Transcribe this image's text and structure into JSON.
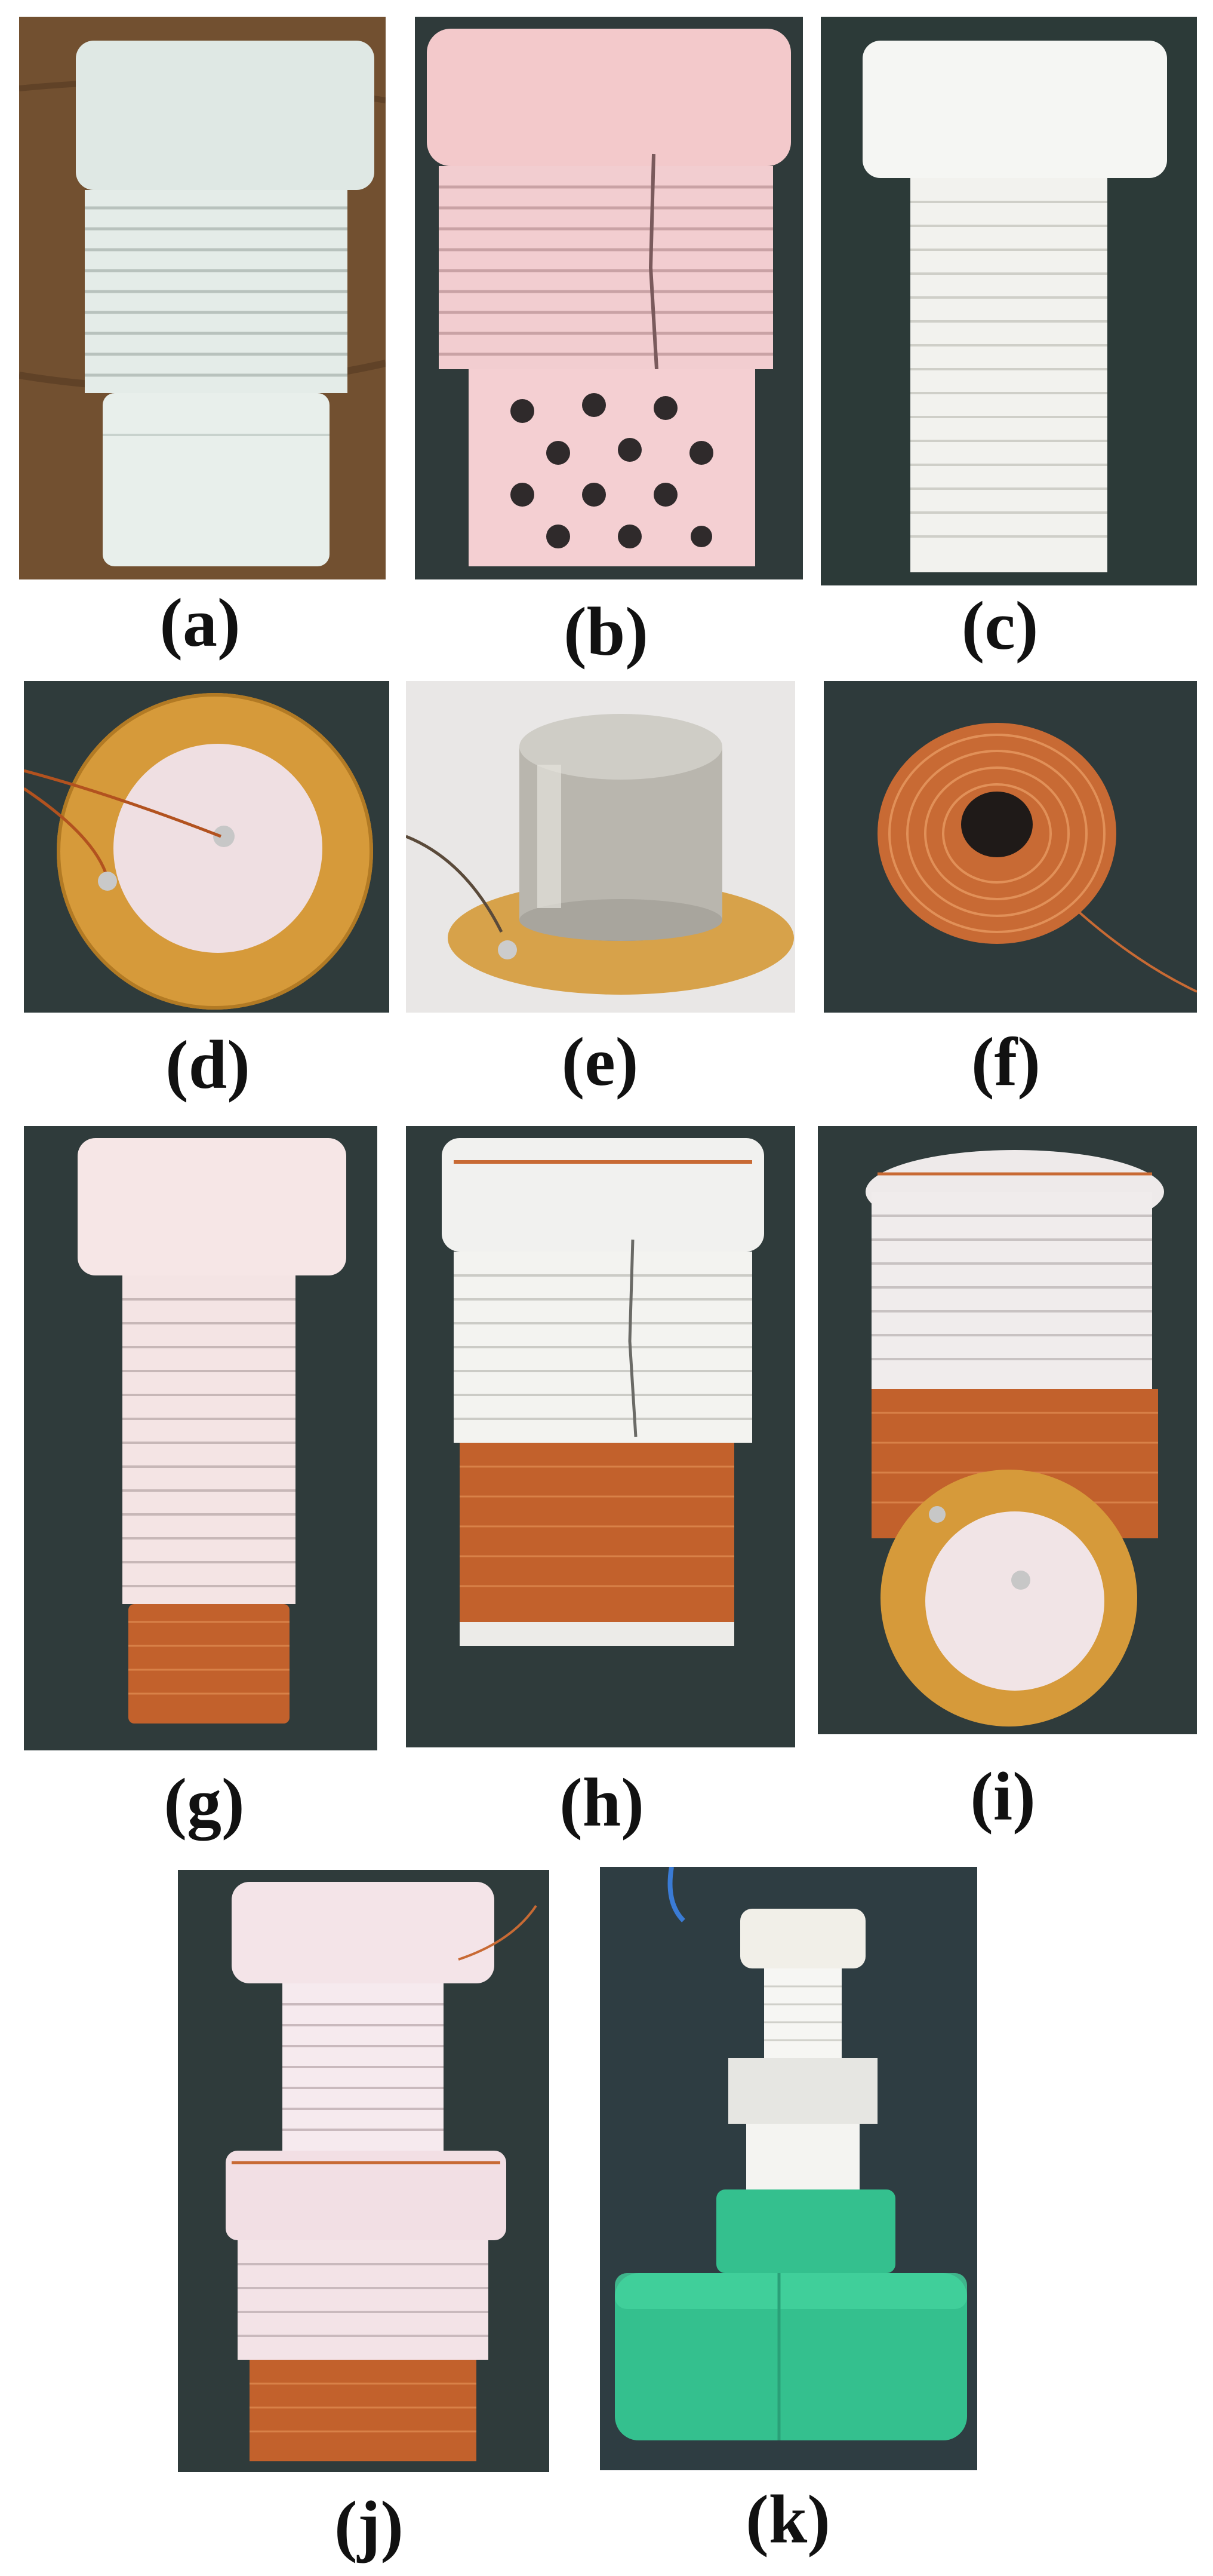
{
  "figure": {
    "panels": [
      {
        "id": "a",
        "caption": "(a)"
      },
      {
        "id": "b",
        "caption": "(b)"
      },
      {
        "id": "c",
        "caption": "(c)"
      },
      {
        "id": "d",
        "caption": "(d)"
      },
      {
        "id": "e",
        "caption": "(e)"
      },
      {
        "id": "f",
        "caption": "(f)"
      },
      {
        "id": "g",
        "caption": "(g)"
      },
      {
        "id": "h",
        "caption": "(h)"
      },
      {
        "id": "i",
        "caption": "(i)"
      },
      {
        "id": "j",
        "caption": "(j)"
      },
      {
        "id": "k",
        "caption": "(k)"
      }
    ]
  },
  "colors": {
    "background": "#ffffff",
    "caption_text": "#111111",
    "wood_background": "#6b4a2c",
    "dark_background": "#2f3a3a",
    "white_plastic": "#e4ece8",
    "pink_plastic": "#f3c9cb",
    "copper_wire": "#c86a34",
    "brass_disc": "#d69a3a",
    "steel_magnet": "#b9b6ae",
    "green_pipe": "#34c08e"
  }
}
